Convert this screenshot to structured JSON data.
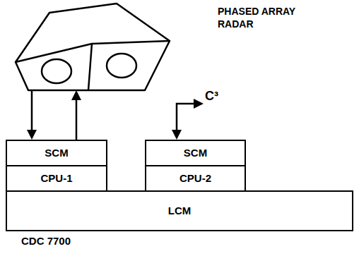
{
  "diagram": {
    "nodes": [
      {
        "text": [
          "PHASED ARRAY RADAR"
        ]
      },
      {
        "text": [
          "SCM"
        ]
      },
      {
        "text": [
          "CPU-1"
        ]
      },
      {
        "text": [
          "SCM"
        ]
      },
      {
        "text": [
          "CPU-2"
        ]
      },
      {
        "text": [
          "LCM"
        ]
      }
    ],
    "edges": [
      {
        "from": 0,
        "to": 1,
        "arrow": "to"
      },
      {
        "from": 1,
        "to": 0,
        "arrow": "to"
      }
    ],
    "labels": [
      "C³",
      "CDC 7700"
    ]
  }
}
